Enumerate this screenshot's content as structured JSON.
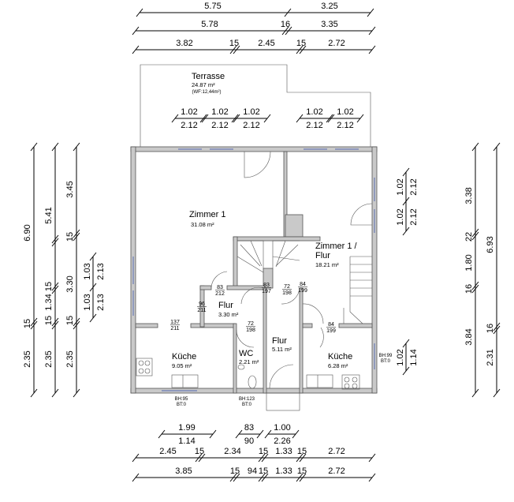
{
  "dims_top": {
    "r1": [
      "5.75",
      "3.25"
    ],
    "r2": [
      "5.78",
      "16",
      "3.35"
    ],
    "r3": [
      "3.82",
      "15",
      "2.45",
      "15",
      "2.72"
    ]
  },
  "terrace": {
    "name": "Terrasse",
    "area": "24.87 m²",
    "wf": "(WF:12,44m²)",
    "win_top": "1.02",
    "win_bot": "2.12"
  },
  "dims_left": {
    "a": [
      "6.90",
      "15",
      "2.35"
    ],
    "b": [
      "5.41",
      "15",
      "1.34",
      "15",
      "2.35"
    ],
    "c": [
      "3.45",
      "15",
      "3.30",
      "15",
      "2.35"
    ],
    "w_top": "1.03",
    "w_bot": "2.13"
  },
  "dims_right": {
    "a": [
      "3.38",
      "22",
      "1.80",
      "16",
      "3.84"
    ],
    "b": [
      "6.93",
      "16",
      "2.31"
    ],
    "w1_top": "1.02",
    "w1_bot": "2.12",
    "w2_top": "1.02",
    "w2_bot": "1.14"
  },
  "dims_bottom": {
    "w1": [
      "1.99",
      "1.14"
    ],
    "w2": [
      "83",
      "90"
    ],
    "w3": [
      "1.00",
      "2.26"
    ],
    "r1": [
      "2.45",
      "15",
      "2.34",
      "15",
      "1.33",
      "15",
      "2.72"
    ],
    "r2": [
      "3.85",
      "15",
      "94",
      "15",
      "1.33",
      "15",
      "2.72"
    ]
  },
  "rooms": [
    {
      "name": "Zimmer 1",
      "area": "31.08 m²"
    },
    {
      "name": "Zimmer 1 /",
      "name2": "Flur",
      "area": "18.21 m²"
    },
    {
      "name": "Flur",
      "area": "3.30 m²"
    },
    {
      "name": "Flur",
      "area": "5.11 m²"
    },
    {
      "name": "WC",
      "area": "2.21 m²"
    },
    {
      "name": "Küche",
      "area": "9.05 m²"
    },
    {
      "name": "Küche",
      "area": "6.28 m²"
    }
  ],
  "doors": [
    [
      "83",
      "212"
    ],
    [
      "96",
      "211"
    ],
    [
      "83",
      "197"
    ],
    [
      "72",
      "198"
    ],
    [
      "84",
      "199"
    ],
    [
      "72",
      "198"
    ],
    [
      "137",
      "211"
    ],
    [
      "84",
      "199"
    ]
  ],
  "sills": [
    [
      "BH:95",
      "BT:0"
    ],
    [
      "BH:123",
      "BT:0"
    ],
    [
      "BH:99",
      "BT:0"
    ]
  ]
}
